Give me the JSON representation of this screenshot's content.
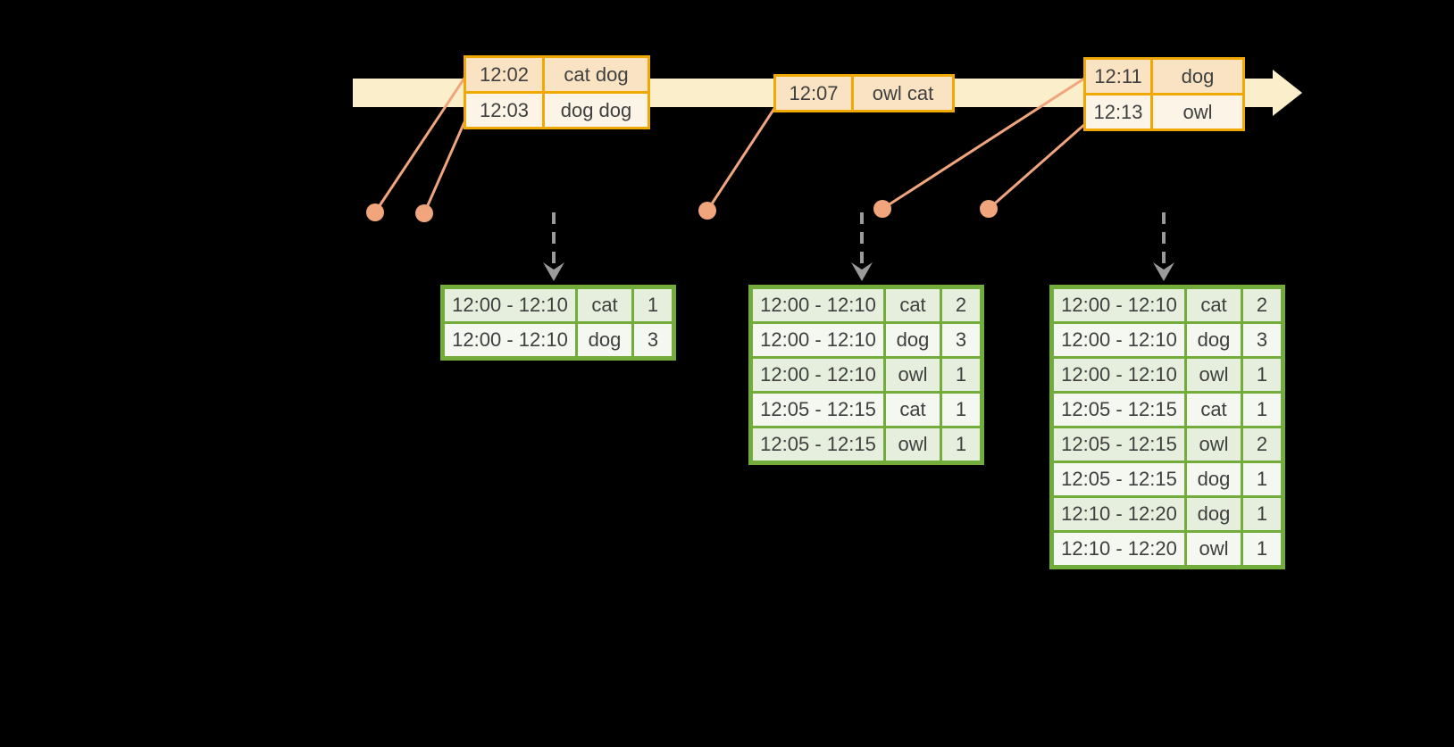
{
  "colors": {
    "background": "#000000",
    "timeline_fill": "#FBEFCB",
    "event_border": "#F0A802",
    "event_row_dark": "#FAE3C3",
    "event_row_light": "#FDF4E8",
    "green_border": "#72AD3B",
    "green_row_a": "#E6EFDD",
    "green_row_b": "#F4F8F1",
    "connector": "#F1A57D",
    "dashed_arrow": "#9A9A9A",
    "text": "#3F3F3F"
  },
  "event_tables": [
    {
      "rows": [
        {
          "time": "12:02",
          "words": "cat dog"
        },
        {
          "time": "12:03",
          "words": "dog dog"
        }
      ]
    },
    {
      "rows": [
        {
          "time": "12:07",
          "words": "owl cat"
        }
      ]
    },
    {
      "rows": [
        {
          "time": "12:11",
          "words": "dog"
        },
        {
          "time": "12:13",
          "words": "owl"
        }
      ]
    }
  ],
  "result_tables": [
    {
      "rows": [
        {
          "window": "12:00 - 12:10",
          "word": "cat",
          "count": "1"
        },
        {
          "window": "12:00 - 12:10",
          "word": "dog",
          "count": "3"
        }
      ]
    },
    {
      "rows": [
        {
          "window": "12:00 - 12:10",
          "word": "cat",
          "count": "2"
        },
        {
          "window": "12:00 - 12:10",
          "word": "dog",
          "count": "3"
        },
        {
          "window": "12:00 - 12:10",
          "word": "owl",
          "count": "1"
        },
        {
          "window": "12:05 - 12:15",
          "word": "cat",
          "count": "1"
        },
        {
          "window": "12:05 - 12:15",
          "word": "owl",
          "count": "1"
        }
      ]
    },
    {
      "rows": [
        {
          "window": "12:00 - 12:10",
          "word": "cat",
          "count": "2"
        },
        {
          "window": "12:00 - 12:10",
          "word": "dog",
          "count": "3"
        },
        {
          "window": "12:00 - 12:10",
          "word": "owl",
          "count": "1"
        },
        {
          "window": "12:05 - 12:15",
          "word": "cat",
          "count": "1"
        },
        {
          "window": "12:05 - 12:15",
          "word": "owl",
          "count": "2"
        },
        {
          "window": "12:05 - 12:15",
          "word": "dog",
          "count": "1"
        },
        {
          "window": "12:10 - 12:20",
          "word": "dog",
          "count": "1"
        },
        {
          "window": "12:10 - 12:20",
          "word": "owl",
          "count": "1"
        }
      ]
    }
  ],
  "chart_data": {
    "type": "table",
    "title": "",
    "event_stream": [
      {
        "time": "12:02",
        "words": "cat dog"
      },
      {
        "time": "12:03",
        "words": "dog dog"
      },
      {
        "time": "12:07",
        "words": "owl cat"
      },
      {
        "time": "12:11",
        "words": "dog"
      },
      {
        "time": "12:13",
        "words": "owl"
      }
    ],
    "windowed_counts": [
      {
        "trigger": 1,
        "rows": [
          [
            "12:00 - 12:10",
            "cat",
            1
          ],
          [
            "12:00 - 12:10",
            "dog",
            3
          ]
        ]
      },
      {
        "trigger": 2,
        "rows": [
          [
            "12:00 - 12:10",
            "cat",
            2
          ],
          [
            "12:00 - 12:10",
            "dog",
            3
          ],
          [
            "12:00 - 12:10",
            "owl",
            1
          ],
          [
            "12:05 - 12:15",
            "cat",
            1
          ],
          [
            "12:05 - 12:15",
            "owl",
            1
          ]
        ]
      },
      {
        "trigger": 3,
        "rows": [
          [
            "12:00 - 12:10",
            "cat",
            2
          ],
          [
            "12:00 - 12:10",
            "dog",
            3
          ],
          [
            "12:00 - 12:10",
            "owl",
            1
          ],
          [
            "12:05 - 12:15",
            "cat",
            1
          ],
          [
            "12:05 - 12:15",
            "owl",
            2
          ],
          [
            "12:05 - 12:15",
            "dog",
            1
          ],
          [
            "12:10 - 12:20",
            "dog",
            1
          ],
          [
            "12:10 - 12:20",
            "owl",
            1
          ]
        ]
      }
    ]
  }
}
